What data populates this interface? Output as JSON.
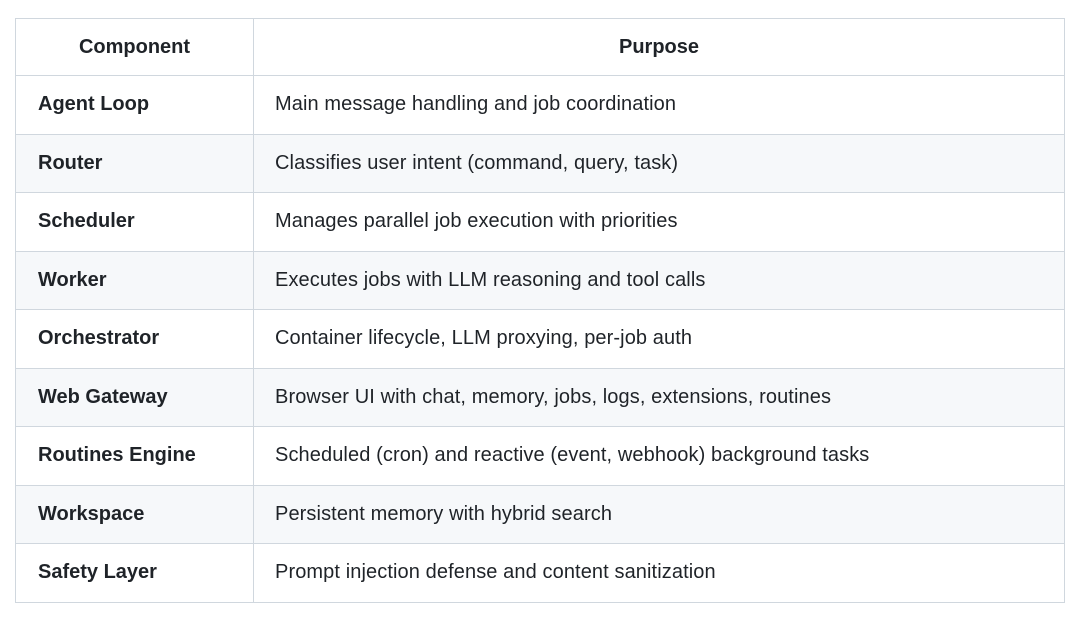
{
  "colors": {
    "page_background": "#ffffff",
    "border": "#d0d7de",
    "alt_row_background": "#f6f8fa",
    "text": "#1f2328"
  },
  "table": {
    "columns": [
      {
        "label": "Component"
      },
      {
        "label": "Purpose"
      }
    ],
    "rows": [
      {
        "component": "Agent Loop",
        "purpose": "Main message handling and job coordination"
      },
      {
        "component": "Router",
        "purpose": "Classifies user intent (command, query, task)"
      },
      {
        "component": "Scheduler",
        "purpose": "Manages parallel job execution with priorities"
      },
      {
        "component": "Worker",
        "purpose": "Executes jobs with LLM reasoning and tool calls"
      },
      {
        "component": "Orchestrator",
        "purpose": "Container lifecycle, LLM proxying, per-job auth"
      },
      {
        "component": "Web Gateway",
        "purpose": "Browser UI with chat, memory, jobs, logs, extensions, routines"
      },
      {
        "component": "Routines Engine",
        "purpose": "Scheduled (cron) and reactive (event, webhook) background tasks"
      },
      {
        "component": "Workspace",
        "purpose": "Persistent memory with hybrid search"
      },
      {
        "component": "Safety Layer",
        "purpose": "Prompt injection defense and content sanitization"
      }
    ]
  }
}
